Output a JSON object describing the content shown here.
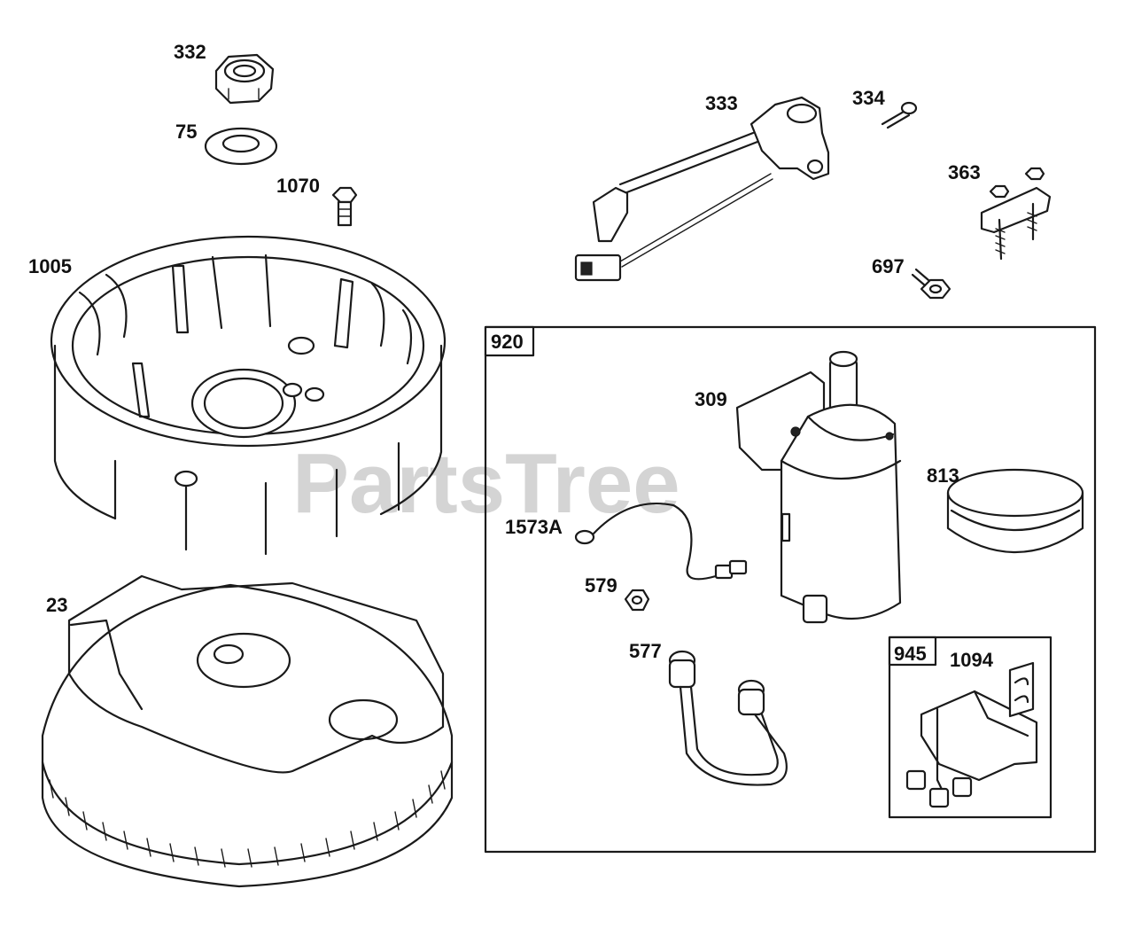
{
  "watermark": "PartsTree",
  "callouts": {
    "p332": "332",
    "p75": "75",
    "p1070": "1070",
    "p1005": "1005",
    "p23": "23",
    "p333": "333",
    "p334": "334",
    "p363": "363",
    "p697": "697",
    "p920": "920",
    "p309": "309",
    "p813": "813",
    "p1573A": "1573A",
    "p579": "579",
    "p577": "577",
    "p945": "945",
    "p1094": "1094"
  }
}
